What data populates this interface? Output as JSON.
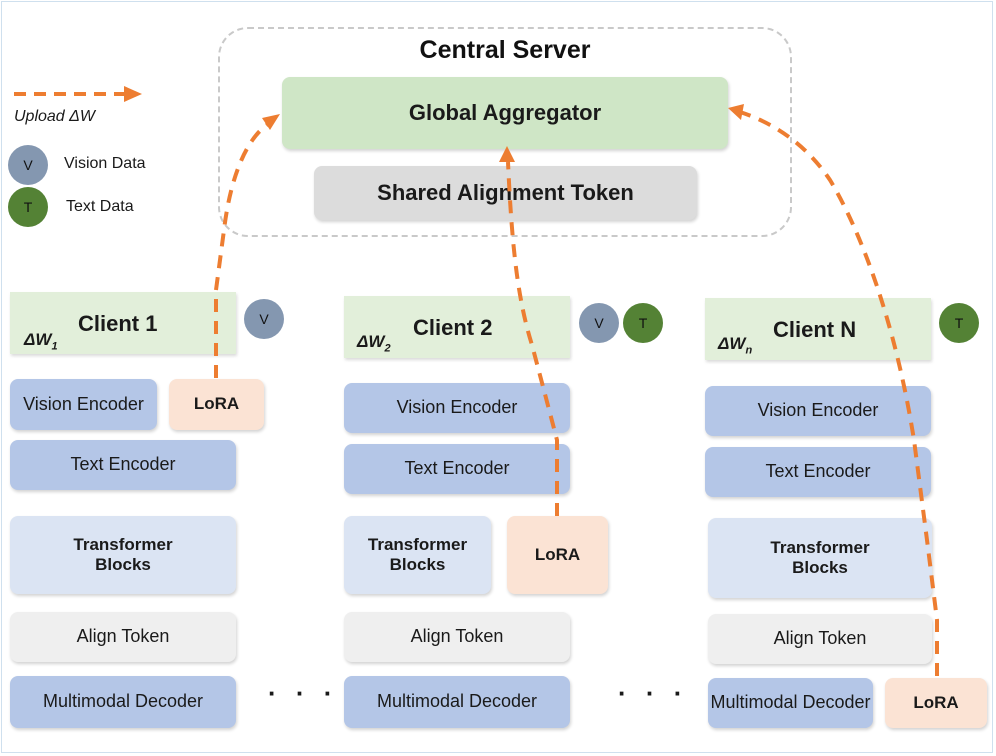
{
  "legend": {
    "upload_label": "Upload ΔW",
    "vision_symbol": "V",
    "vision_label": "Vision Data",
    "text_symbol": "T",
    "text_label": "Text Data"
  },
  "server": {
    "title": "Central Server",
    "aggregator": "Global Aggregator",
    "shared_token": "Shared Alignment Token"
  },
  "clients": [
    {
      "title": "Client 1",
      "delta": "ΔW",
      "delta_sub": "1",
      "badges": [
        "V"
      ],
      "modules": {
        "vision_encoder": "Vision Encoder",
        "lora": "LoRA",
        "text_encoder": "Text Encoder",
        "transformer": "Transformer Blocks",
        "align_token": "Align Token",
        "decoder": "Multimodal Decoder"
      }
    },
    {
      "title": "Client 2",
      "delta": "ΔW",
      "delta_sub": "2",
      "badges": [
        "V",
        "T"
      ],
      "modules": {
        "vision_encoder": "Vision Encoder",
        "text_encoder": "Text Encoder",
        "transformer": "Transformer Blocks",
        "lora": "LoRA",
        "align_token": "Align Token",
        "decoder": "Multimodal Decoder"
      }
    },
    {
      "title": "Client N",
      "delta": "ΔW",
      "delta_sub": "n",
      "badges": [
        "T"
      ],
      "modules": {
        "vision_encoder": "Vision Encoder",
        "text_encoder": "Text Encoder",
        "transformer": "Transformer Blocks",
        "align_token": "Align Token",
        "decoder": "Multimodal Decoder",
        "lora": "LoRA"
      }
    }
  ],
  "ellipsis": "· · ·",
  "colors": {
    "arrow": "#ed7d31",
    "server_fill": "#cfe6c6",
    "vision_badge": "#8497b0",
    "text_badge": "#548235",
    "encoder_blue": "#b4c6e7",
    "lora_peach": "#fbe3d4"
  }
}
